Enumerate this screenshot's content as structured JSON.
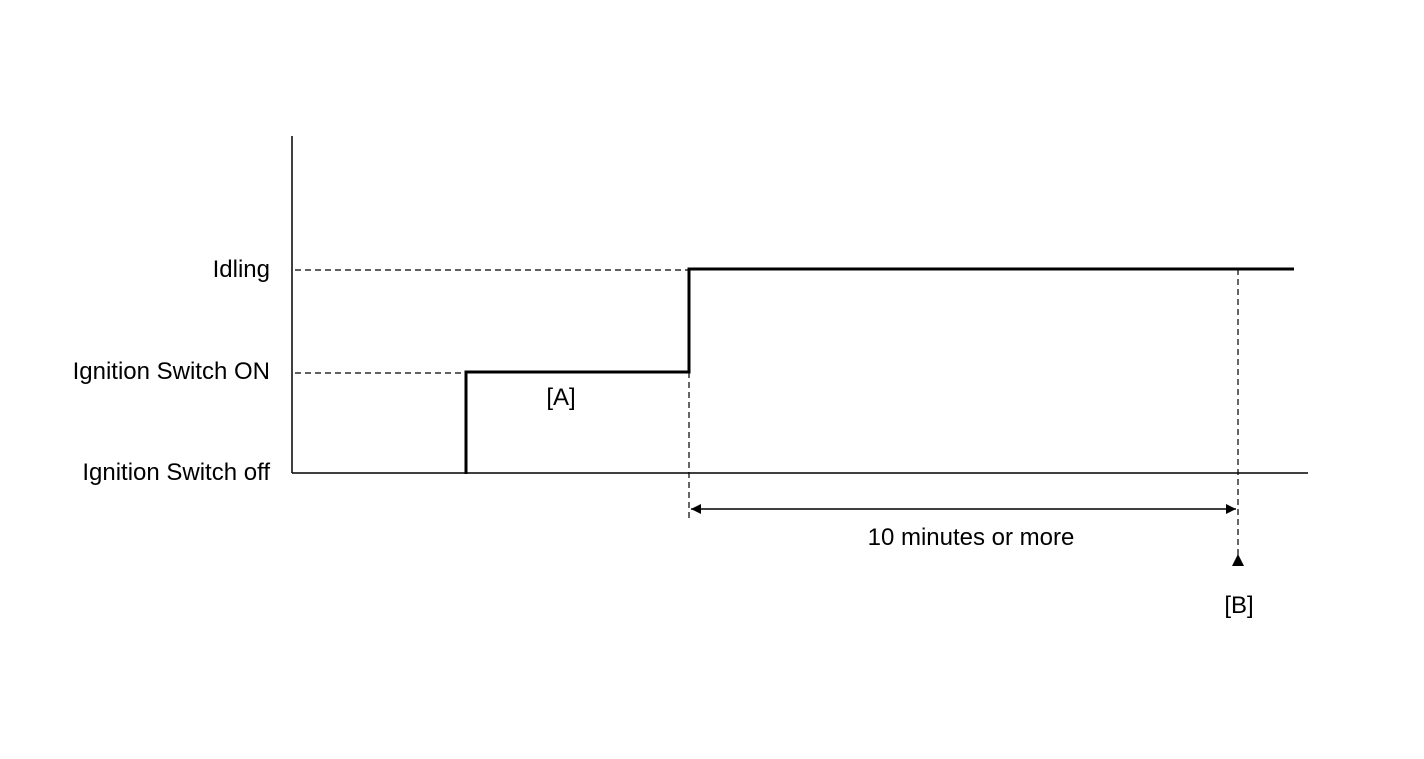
{
  "diagram": {
    "levels": {
      "idling": "Idling",
      "ignition_on": "Ignition Switch ON",
      "ignition_off": "Ignition Switch off"
    },
    "markers": {
      "a": "[A]",
      "b": "[B]"
    },
    "duration_label": "10 minutes or more",
    "colors": {
      "line": "#000000",
      "background": "#ffffff"
    }
  }
}
